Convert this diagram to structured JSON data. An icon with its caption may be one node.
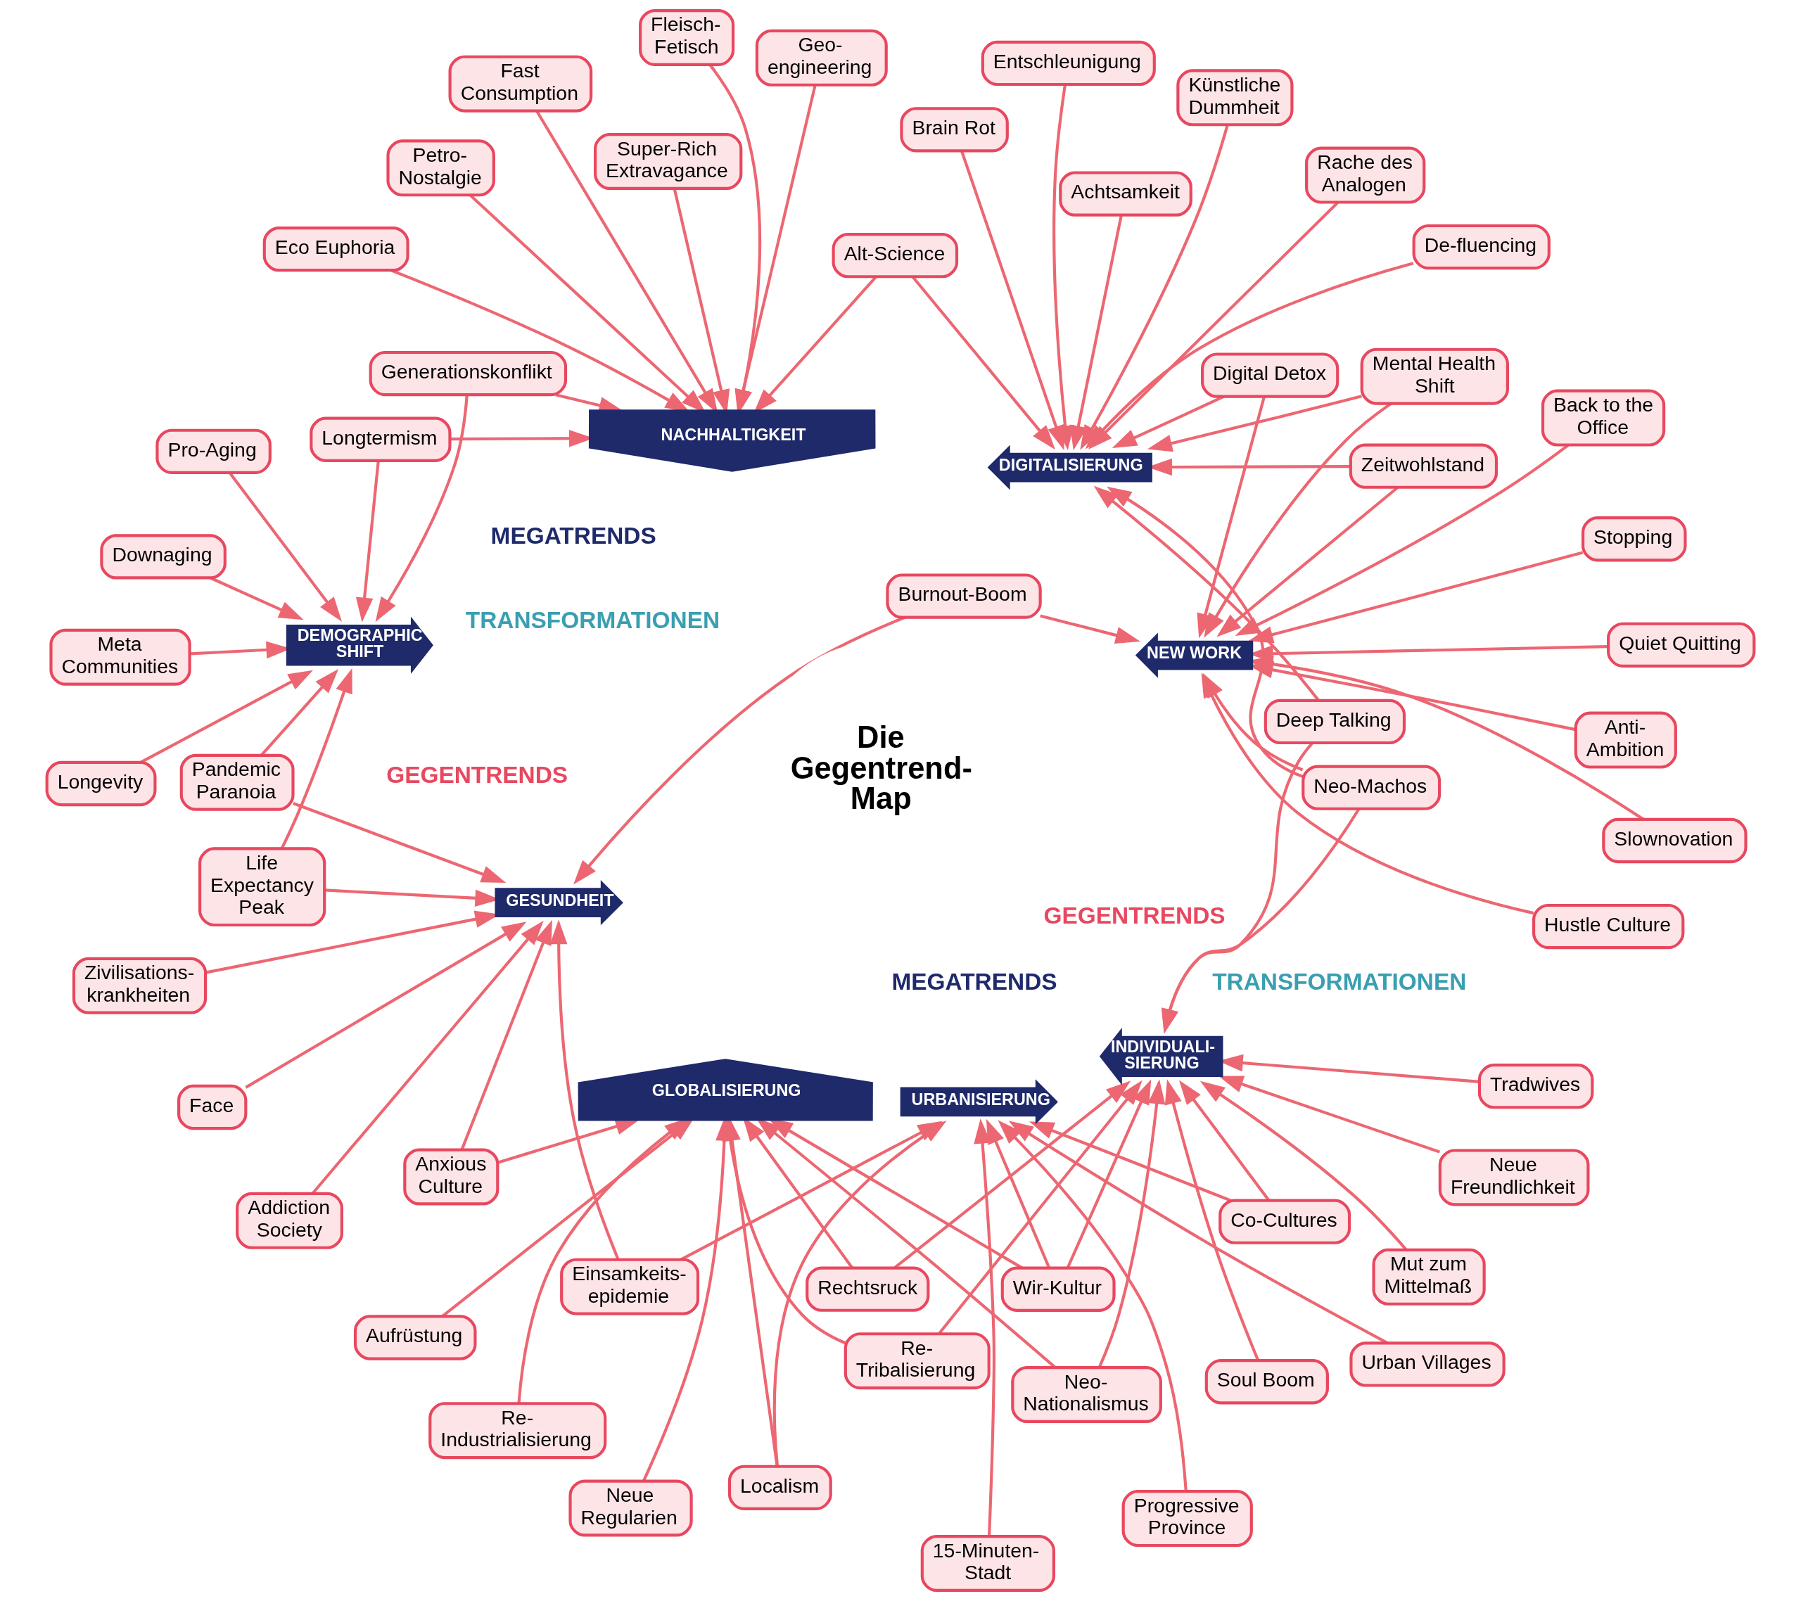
{
  "diagram": {
    "nodes": [
      {
        "text": [
          "Die Gegentrend- Map"
        ]
      },
      {
        "text": [
          "GLOBALISIERUNG"
        ]
      },
      {
        "text": [
          "URBANISIERUNG"
        ]
      },
      {
        "text": [
          "GESUNDHEIT"
        ]
      },
      {
        "text": [
          "DEMOGRAPHIC SHIFT"
        ]
      },
      {
        "text": [
          "NACHHALTIGKEIT"
        ]
      },
      {
        "text": [
          "NEW WORK"
        ]
      },
      {
        "text": [
          "DIGITALISIERUNG"
        ]
      },
      {
        "text": [
          "INDIVIDUALI- SIERUNG"
        ]
      },
      {
        "text": [
          "Neo-Machos"
        ]
      },
      {
        "text": [
          "Mut zum Mittelmaß"
        ]
      },
      {
        "text": [
          "Soul Boom"
        ]
      },
      {
        "text": [
          "Neue Freundlichkeit"
        ]
      },
      {
        "text": [
          "Tradwives"
        ]
      },
      {
        "text": [
          "Wir-Kultur"
        ]
      },
      {
        "text": [
          "Co-Cultures"
        ]
      },
      {
        "text": [
          "Neo- Nationalismus"
        ]
      },
      {
        "text": [
          "Rechtsruck"
        ]
      },
      {
        "text": [
          "Re- Industrialisierung"
        ]
      },
      {
        "text": [
          "Aufrüstung"
        ]
      },
      {
        "text": [
          "Neue Regularien"
        ]
      },
      {
        "text": [
          "Re- Tribalisierung"
        ]
      },
      {
        "text": [
          "Localism"
        ]
      },
      {
        "text": [
          "Progressive Province"
        ]
      },
      {
        "text": [
          "Urban Villages"
        ]
      },
      {
        "text": [
          "Einsamkeits- epidemie"
        ]
      },
      {
        "text": [
          "15-Minuten- Stadt"
        ]
      },
      {
        "text": [
          "Anxious Culture"
        ]
      },
      {
        "text": [
          "Zivilisations- krankheiten"
        ]
      },
      {
        "text": [
          "Face"
        ]
      },
      {
        "text": [
          "Addiction Society"
        ]
      },
      {
        "text": [
          "Burnout-Boom"
        ]
      },
      {
        "text": [
          "Life Expectancy Peak"
        ]
      },
      {
        "text": [
          "Pandemic Paranoia"
        ]
      },
      {
        "text": [
          "Pro-Aging"
        ]
      },
      {
        "text": [
          "Longevity"
        ]
      },
      {
        "text": [
          "Meta Communities"
        ]
      },
      {
        "text": [
          "Downaging"
        ]
      },
      {
        "text": [
          "Generationskonflikt"
        ]
      },
      {
        "text": [
          "Longtermism"
        ]
      },
      {
        "text": [
          "Super-Rich Extravagance"
        ]
      },
      {
        "text": [
          "Fast Consumption"
        ]
      },
      {
        "text": [
          "Petro- Nostalgie"
        ]
      },
      {
        "text": [
          "Fleisch- Fetisch"
        ]
      },
      {
        "text": [
          "Geo- engineering"
        ]
      },
      {
        "text": [
          "Eco Euphoria"
        ]
      },
      {
        "text": [
          "Anti- Ambition"
        ]
      },
      {
        "text": [
          "Slownovation"
        ]
      },
      {
        "text": [
          "Stopping"
        ]
      },
      {
        "text": [
          "Quiet Quitting"
        ]
      },
      {
        "text": [
          "Hustle Culture"
        ]
      },
      {
        "text": [
          "Back to the Office"
        ]
      },
      {
        "text": [
          "Digital Detox"
        ]
      },
      {
        "text": [
          "Alt-Science"
        ]
      },
      {
        "text": [
          "Mental Health Shift"
        ]
      },
      {
        "text": [
          "Zeitwohlstand"
        ]
      },
      {
        "text": [
          "Brain Rot"
        ]
      },
      {
        "text": [
          "Achtsamkeit"
        ]
      },
      {
        "text": [
          "De-fluencing"
        ]
      },
      {
        "text": [
          "Entschleunigung"
        ]
      },
      {
        "text": [
          "Künstliche Dummheit"
        ]
      },
      {
        "text": [
          "Rache des Analogen"
        ]
      },
      {
        "text": [
          "Deep Talking"
        ]
      }
    ],
    "edges": [
      {
        "from": 9,
        "to": 8,
        "arrow": "to"
      },
      {
        "from": 9,
        "to": 7,
        "arrow": "to"
      },
      {
        "from": 9,
        "to": 6,
        "arrow": "to"
      },
      {
        "from": 10,
        "to": 8,
        "arrow": "to"
      },
      {
        "from": 11,
        "to": 8,
        "arrow": "to"
      },
      {
        "from": 12,
        "to": 8,
        "arrow": "to"
      },
      {
        "from": 13,
        "to": 8,
        "arrow": "to"
      },
      {
        "from": 14,
        "to": 8,
        "arrow": "to"
      },
      {
        "from": 14,
        "to": 1,
        "arrow": "to"
      },
      {
        "from": 14,
        "to": 2,
        "arrow": "to"
      },
      {
        "from": 15,
        "to": 8,
        "arrow": "to"
      },
      {
        "from": 15,
        "to": 2,
        "arrow": "to"
      },
      {
        "from": 16,
        "to": 8,
        "arrow": "to"
      },
      {
        "from": 16,
        "to": 1,
        "arrow": "to"
      },
      {
        "from": 17,
        "to": 8,
        "arrow": "to"
      },
      {
        "from": 17,
        "to": 1,
        "arrow": "to"
      },
      {
        "from": 18,
        "to": 1,
        "arrow": "to"
      },
      {
        "from": 19,
        "to": 1,
        "arrow": "to"
      },
      {
        "from": 20,
        "to": 1,
        "arrow": "to"
      },
      {
        "from": 21,
        "to": 1,
        "arrow": "to"
      },
      {
        "from": 21,
        "to": 8,
        "arrow": "to"
      },
      {
        "from": 22,
        "to": 1,
        "arrow": "to"
      },
      {
        "from": 22,
        "to": 2,
        "arrow": "to"
      },
      {
        "from": 23,
        "to": 2,
        "arrow": "to"
      },
      {
        "from": 24,
        "to": 2,
        "arrow": "to"
      },
      {
        "from": 25,
        "to": 2,
        "arrow": "to"
      },
      {
        "from": 25,
        "to": 3,
        "arrow": "to"
      },
      {
        "from": 26,
        "to": 2,
        "arrow": "to"
      },
      {
        "from": 27,
        "to": 1,
        "arrow": "to"
      },
      {
        "from": 27,
        "to": 3,
        "arrow": "to"
      },
      {
        "from": 28,
        "to": 3,
        "arrow": "to"
      },
      {
        "from": 29,
        "to": 3,
        "arrow": "to"
      },
      {
        "from": 30,
        "to": 3,
        "arrow": "to"
      },
      {
        "from": 31,
        "to": 3,
        "arrow": "to"
      },
      {
        "from": 31,
        "to": 6,
        "arrow": "to"
      },
      {
        "from": 32,
        "to": 3,
        "arrow": "to"
      },
      {
        "from": 32,
        "to": 4,
        "arrow": "to"
      },
      {
        "from": 33,
        "to": 3,
        "arrow": "to"
      },
      {
        "from": 33,
        "to": 4,
        "arrow": "to"
      },
      {
        "from": 34,
        "to": 4,
        "arrow": "to"
      },
      {
        "from": 35,
        "to": 4,
        "arrow": "to"
      },
      {
        "from": 36,
        "to": 4,
        "arrow": "to"
      },
      {
        "from": 37,
        "to": 4,
        "arrow": "to"
      },
      {
        "from": 38,
        "to": 4,
        "arrow": "to"
      },
      {
        "from": 38,
        "to": 5,
        "arrow": "to"
      },
      {
        "from": 39,
        "to": 4,
        "arrow": "to"
      },
      {
        "from": 39,
        "to": 5,
        "arrow": "to"
      },
      {
        "from": 40,
        "to": 5,
        "arrow": "to"
      },
      {
        "from": 41,
        "to": 5,
        "arrow": "to"
      },
      {
        "from": 42,
        "to": 5,
        "arrow": "to"
      },
      {
        "from": 43,
        "to": 5,
        "arrow": "to"
      },
      {
        "from": 44,
        "to": 5,
        "arrow": "to"
      },
      {
        "from": 45,
        "to": 5,
        "arrow": "to"
      },
      {
        "from": 46,
        "to": 6,
        "arrow": "to"
      },
      {
        "from": 47,
        "to": 6,
        "arrow": "to"
      },
      {
        "from": 48,
        "to": 6,
        "arrow": "to"
      },
      {
        "from": 49,
        "to": 6,
        "arrow": "to"
      },
      {
        "from": 50,
        "to": 6,
        "arrow": "to"
      },
      {
        "from": 51,
        "to": 6,
        "arrow": "to"
      },
      {
        "from": 52,
        "to": 6,
        "arrow": "to"
      },
      {
        "from": 52,
        "to": 7,
        "arrow": "to"
      },
      {
        "from": 53,
        "to": 7,
        "arrow": "to"
      },
      {
        "from": 53,
        "to": 5,
        "arrow": "to"
      },
      {
        "from": 54,
        "to": 7,
        "arrow": "to"
      },
      {
        "from": 54,
        "to": 6,
        "arrow": "to"
      },
      {
        "from": 55,
        "to": 7,
        "arrow": "to"
      },
      {
        "from": 55,
        "to": 6,
        "arrow": "to"
      },
      {
        "from": 56,
        "to": 7,
        "arrow": "to"
      },
      {
        "from": 57,
        "to": 7,
        "arrow": "to"
      },
      {
        "from": 58,
        "to": 7,
        "arrow": "to"
      },
      {
        "from": 59,
        "to": 7,
        "arrow": "to"
      },
      {
        "from": 60,
        "to": 7,
        "arrow": "to"
      },
      {
        "from": 61,
        "to": 7,
        "arrow": "to"
      },
      {
        "from": 62,
        "to": 8,
        "arrow": "to"
      },
      {
        "from": 62,
        "to": 7,
        "arrow": "to"
      }
    ],
    "labels": [
      "GEGENTRENDS",
      "TRANSFORMATIONEN",
      "MEGATRENDS",
      "MEGATRENDS",
      "TRANSFORMATIONEN",
      "GEGENTRENDS"
    ]
  }
}
